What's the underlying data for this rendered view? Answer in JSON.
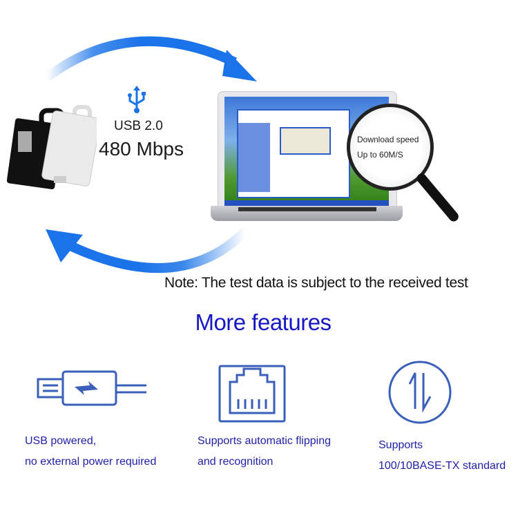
{
  "hero": {
    "usb_icon": "usb-trident-icon",
    "usb_version": "USB 2.0",
    "usb_speed": "480 Mbps",
    "magnifier_line1": "Download speed",
    "magnifier_line2": "Up to 60M/S",
    "note": "Note: The test data is subject to the received test"
  },
  "features": {
    "title": "More features",
    "items": [
      {
        "icon": "usb-power-icon",
        "line1": "USB powered,",
        "line2": "no external power required"
      },
      {
        "icon": "rj45-port-icon",
        "line1": "Supports automatic flipping",
        "line2": "and recognition"
      },
      {
        "icon": "up-down-arrows-icon",
        "line1": "Supports",
        "line2": "100/10BASE-TX standard"
      }
    ]
  },
  "colors": {
    "arrow_blue": "#1a73e8",
    "title_blue": "#1717c4",
    "feature_text": "#1f1fa8",
    "icon_stroke": "#3a5fb8"
  }
}
